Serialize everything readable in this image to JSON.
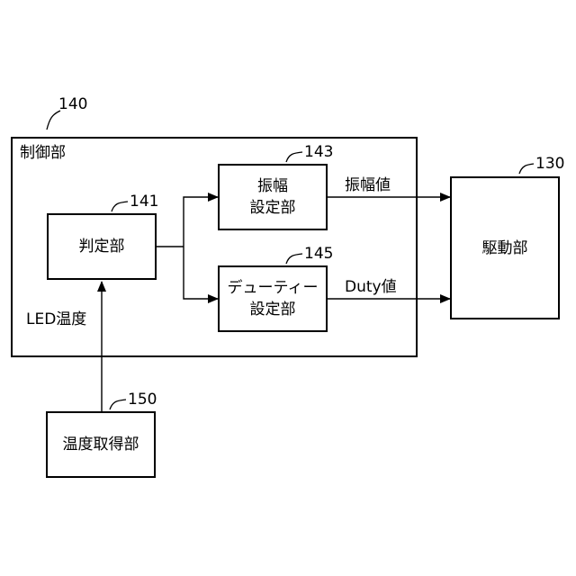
{
  "control_unit": {
    "ref": "140",
    "title": "制御部"
  },
  "judge_unit": {
    "ref": "141",
    "label": "判定部"
  },
  "amplitude_unit": {
    "ref": "143",
    "label": "振幅\n設定部"
  },
  "duty_unit": {
    "ref": "145",
    "label": "デューティー\n設定部"
  },
  "drive_unit": {
    "ref": "130",
    "label": "駆動部"
  },
  "temp_unit": {
    "ref": "150",
    "label": "温度取得部"
  },
  "signals": {
    "amplitude": "振幅値",
    "duty": "Duty値",
    "led_temp": "LED温度"
  }
}
